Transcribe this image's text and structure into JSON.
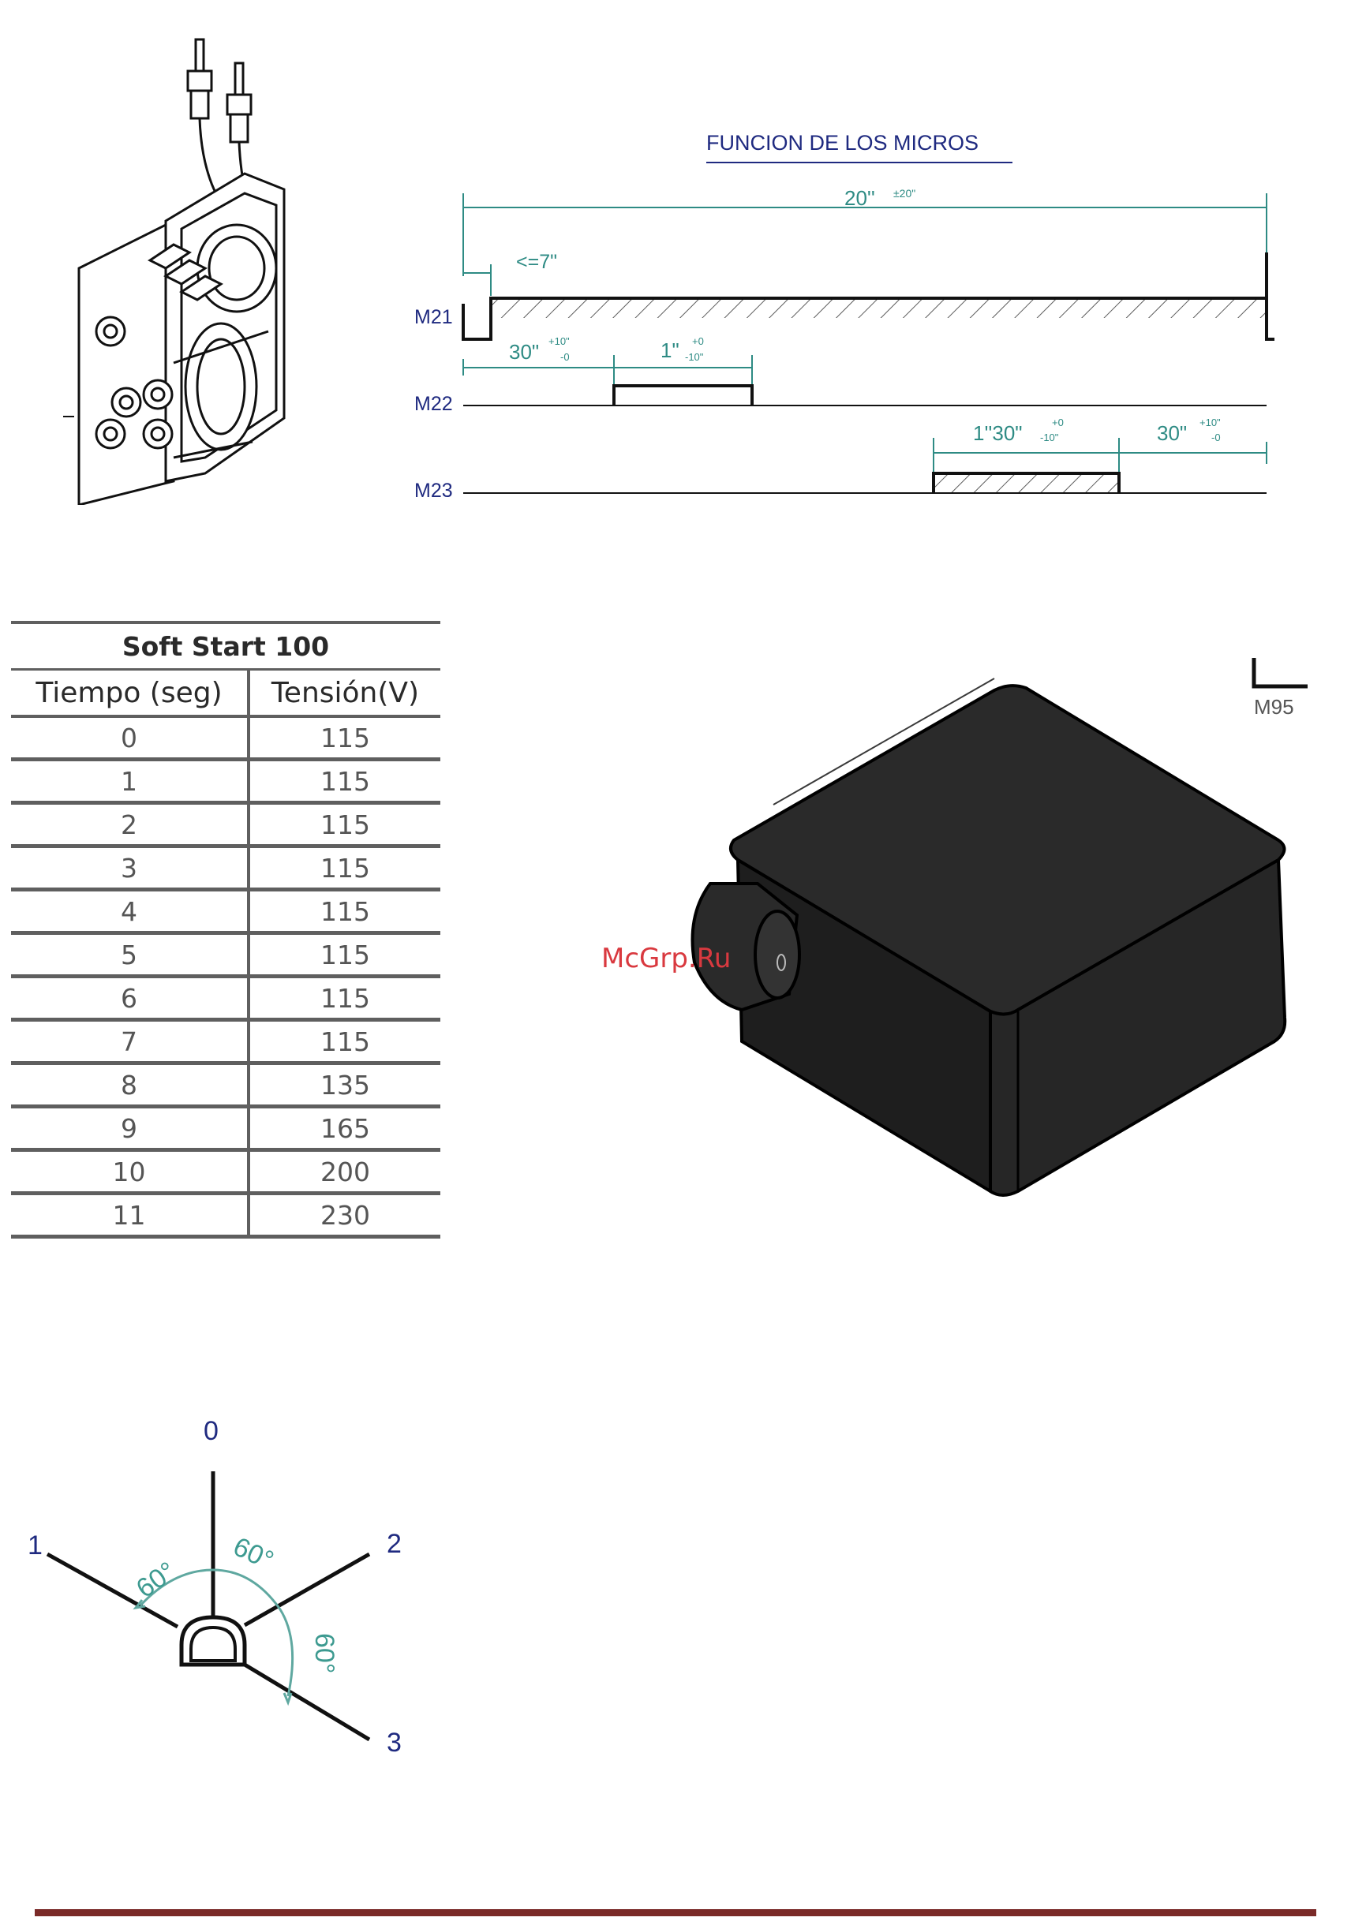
{
  "timing_diagram": {
    "title": "FUNCION DE LOS MICROS",
    "total_time": "20''",
    "total_tolerance": "±20\"",
    "delay_label": "<=7\"",
    "rows": [
      "M21",
      "M22",
      "M23"
    ],
    "m22": {
      "offset": "30\"",
      "offset_tol_plus": "+10\"",
      "offset_tol_minus": "-0",
      "pulse": "1\"",
      "pulse_tol_plus": "+0",
      "pulse_tol_minus": "-10\""
    },
    "m23": {
      "pulse": "1''30\"",
      "pulse_tol_plus": "+0",
      "pulse_tol_minus": "-10\"",
      "tail": "30\"",
      "tail_tol_plus": "+10\"",
      "tail_tol_minus": "-0"
    }
  },
  "table": {
    "title": "Soft Start 100",
    "headers": [
      "Tiempo (seg)",
      "Tensión(V)"
    ],
    "rows": [
      [
        "0",
        "115"
      ],
      [
        "1",
        "115"
      ],
      [
        "2",
        "115"
      ],
      [
        "3",
        "115"
      ],
      [
        "4",
        "115"
      ],
      [
        "5",
        "115"
      ],
      [
        "6",
        "115"
      ],
      [
        "7",
        "115"
      ],
      [
        "8",
        "135"
      ],
      [
        "9",
        "165"
      ],
      [
        "10",
        "200"
      ],
      [
        "11",
        "230"
      ]
    ]
  },
  "component_label": "M95",
  "watermark": "McGrp.Ru",
  "selector": {
    "positions": [
      "0",
      "1",
      "2",
      "3"
    ],
    "angle_label": "60°"
  },
  "colors": {
    "dimension": "#2e8b84",
    "text_blue": "#1f2a80",
    "footer": "#7a2a28",
    "watermark": "#d9393f"
  }
}
